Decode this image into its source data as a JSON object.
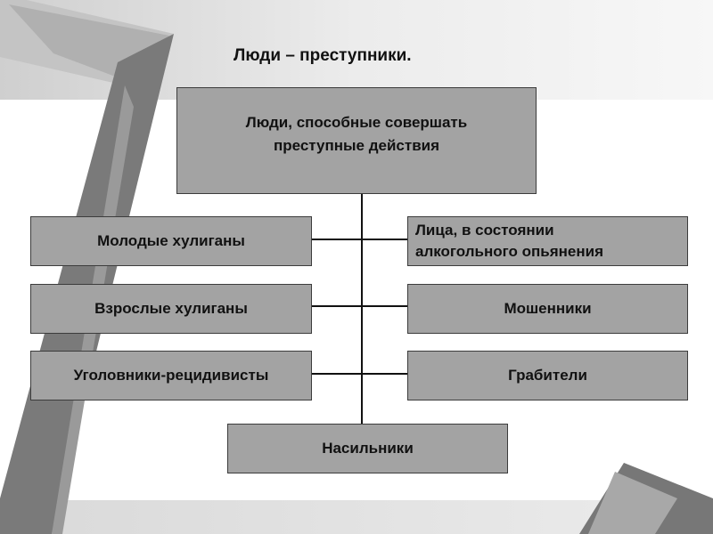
{
  "title": "Люди – преступники.",
  "root": {
    "line1": "Люди, способные совершать",
    "line2": "преступные действия"
  },
  "left": [
    "Молодые хулиганы",
    "Взрослые хулиганы",
    "Уголовники-рецидивисты"
  ],
  "right": {
    "item1_line1": "Лица, в состоянии",
    "item1_line2": "алкогольного опьянения",
    "item2": "Мошенники",
    "item3": "Грабители"
  },
  "bottom": "Насильники",
  "colors": {
    "box_fill": "#a3a3a3",
    "box_border": "#3c3c3c",
    "background_band": "#e6e6e6",
    "decor_dark": "#6f6f6f"
  }
}
